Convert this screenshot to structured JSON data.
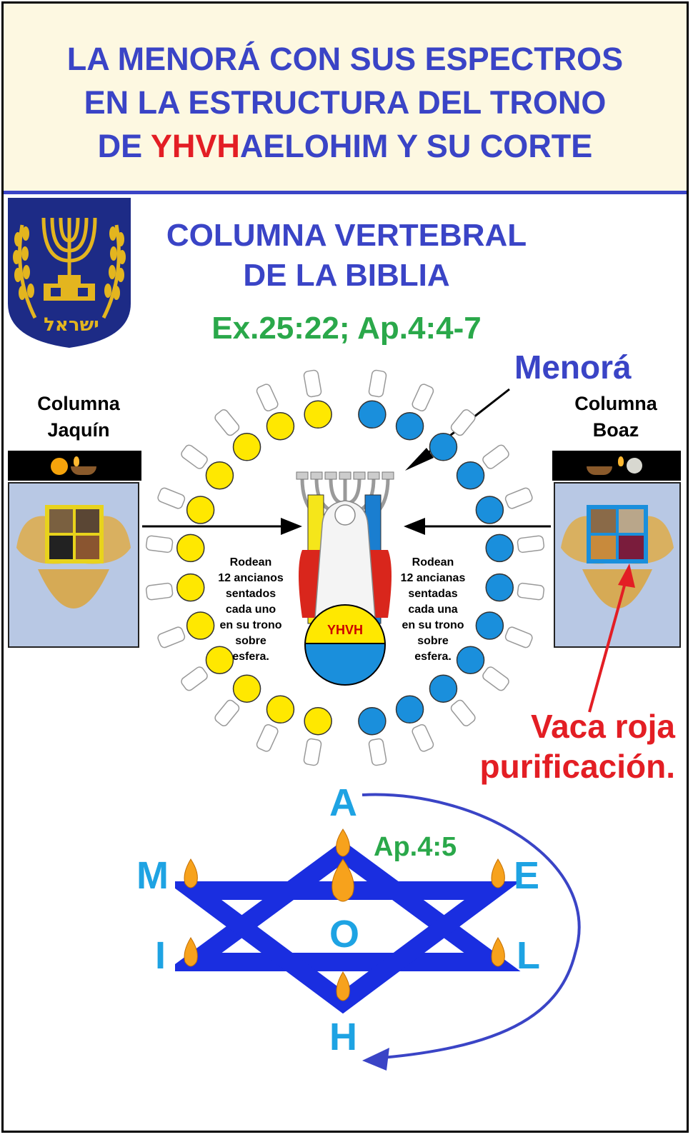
{
  "header": {
    "line1": "LA MENORÁ CON SUS ESPECTROS",
    "line2": "EN LA ESTRUCTURA DEL TRONO",
    "line3_prefix": "DE ",
    "line3_red": "YHVH",
    "line3_blue": "AELOHIM",
    "line3_suffix": " Y SU CORTE"
  },
  "emblem": {
    "hebrew_text": "ישראל",
    "colors": {
      "shield": "#1d2b86",
      "gold": "#e3b51f"
    }
  },
  "subtitle": {
    "line1": "COLUMNA VERTEBRAL",
    "line2": "DE LA BIBLIA",
    "verse": "Ex.25:22; Ap.4:4-7"
  },
  "throne": {
    "menora_label": "Menorá",
    "left_column_label_1": "Columna",
    "left_column_label_2": "Jaquín",
    "right_column_label_1": "Columna",
    "right_column_label_2": "Boaz",
    "sphere_label": "YHVH",
    "left_text": [
      "Rodean",
      "12 ancianos",
      "sentados",
      "cada uno",
      "en su trono",
      "sobre",
      "esfera."
    ],
    "right_text": [
      "Rodean",
      "12 ancianas",
      "sentadas",
      "cada una",
      "en su trono",
      "sobre",
      "esfera."
    ],
    "vaca_line1": "Vaca roja",
    "vaca_line2": "purificación.",
    "colors": {
      "yellow": "#ffe800",
      "blue": "#1a8fdc",
      "red": "#d9261c"
    }
  },
  "star": {
    "verse": "Ap.4:5",
    "letters": {
      "top": "A",
      "upper_left": "M",
      "upper_right": "E",
      "lower_left": "I",
      "lower_right": "L",
      "center": "O",
      "bottom": "H"
    },
    "colors": {
      "star": "#1a2ee0",
      "letters": "#1ea3e3",
      "arc": "#3a44c6"
    }
  }
}
